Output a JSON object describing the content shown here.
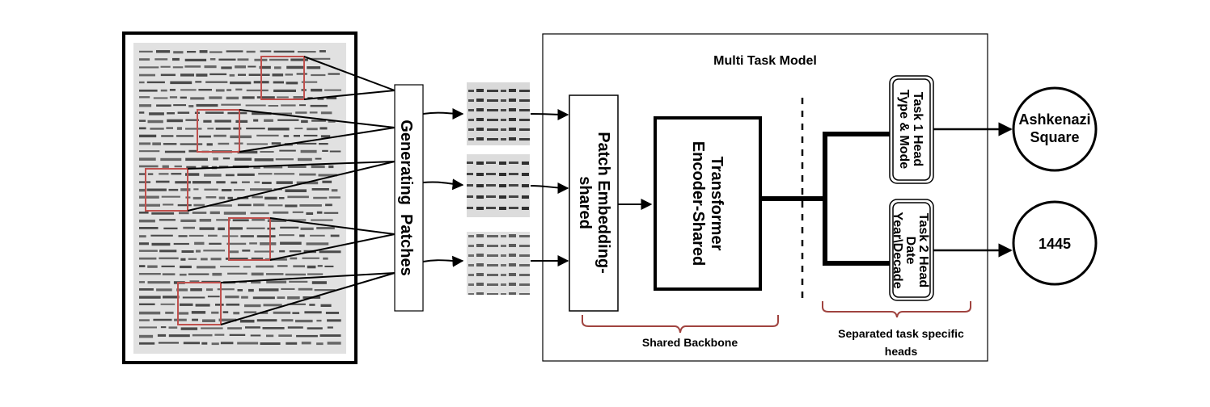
{
  "diagram": {
    "generating_patches_label": "Generating  Patches",
    "patch_embedding_line1": "Patch Embedding-",
    "patch_embedding_line2": "shared",
    "transformer_line1": "Transformer",
    "transformer_line2": "Encoder-Shared",
    "multi_task_model_title": "Multi Task Model",
    "task1_head": {
      "line1": "Task 1 Head",
      "line2": "Type & Mode"
    },
    "task2_head": {
      "line1": "Task 2 Head",
      "line2": "Date",
      "line3": "Year\\Decade"
    },
    "output_type": {
      "line1": "Ashkenazi",
      "line2": "Square"
    },
    "output_date": "1445",
    "shared_backbone_label": "Shared Backbone",
    "separated_heads_line1": "Separated task specific",
    "separated_heads_line2": "heads"
  },
  "colors": {
    "patch_box": "#c0504d",
    "brace": "#a0433f",
    "line": "#000000"
  }
}
